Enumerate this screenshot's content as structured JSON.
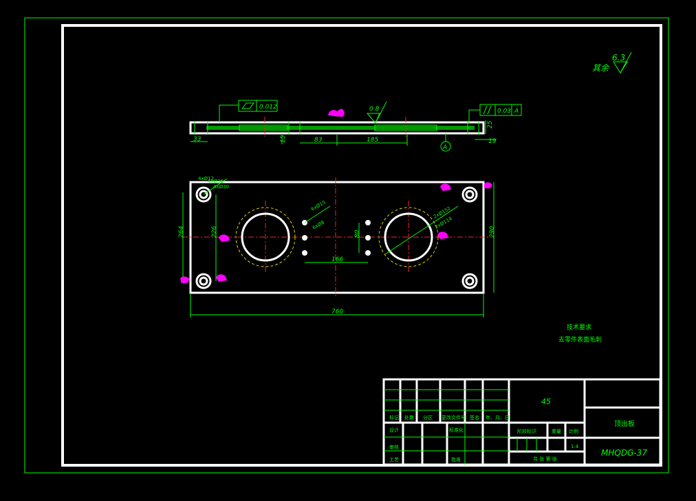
{
  "drawing": {
    "surface_note": "其余",
    "surface_value": "6.3",
    "flatness_tol": "0.012",
    "roughness_top": "0.8",
    "parallel_tol": "0.03",
    "datum": "A",
    "side_dims": {
      "d33": "33",
      "d15": "15",
      "d83": "83",
      "d185": "185",
      "d25": "25",
      "d19": "19"
    },
    "plan_dims": {
      "holes_a": "4xØ12",
      "holes_b": "4xØ36",
      "holes_c": "4xØ30",
      "holes_d": "6xØ15",
      "holes_e": "6xØ8",
      "holes_f": "2xØ152",
      "holes_g": "2xØ114",
      "h264": "264",
      "h226": "226",
      "h80": "80",
      "h166": "166",
      "h290": "290",
      "w760": "760"
    },
    "tech_title": "技术要求",
    "tech_note": "去零件表面毛刺"
  },
  "title_block": {
    "material": "45",
    "part_name": "顶出板",
    "drawing_no": "MHQDG-37",
    "scale": "1:4",
    "headers": [
      "标记",
      "处数",
      "分区",
      "更改文件号",
      "签名",
      "年、月、日"
    ],
    "design": "设计",
    "standardize": "标准化",
    "stage_mark": "阶段标识",
    "weight": "重量",
    "ratio": "比例",
    "review": "审核",
    "process": "工艺",
    "approve": "批准",
    "sheets": "共 张  第 张"
  },
  "colors": {
    "background": "#000000",
    "lines": "#00ff00",
    "outline": "#ffffff",
    "center": "#ff2020",
    "marker": "#ff00ff"
  }
}
